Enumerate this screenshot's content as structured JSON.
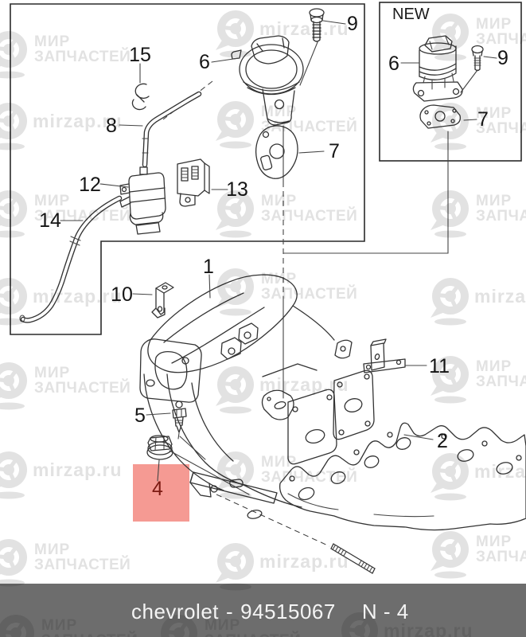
{
  "footer": {
    "brand": "chevrolet",
    "separator": "-",
    "part_number": "94515067",
    "sheet_label": "N - 4",
    "bar_color": "#6d6d6d",
    "text_color": "#f4f4f4"
  },
  "new_box": {
    "title": "NEW"
  },
  "highlight": {
    "color": "#f59a93",
    "label_color": "#7c1a12"
  },
  "watermark": {
    "brand_line1": "МИР",
    "brand_line2": "ЗАПЧАСТЕЙ",
    "url": "mirzap.ru",
    "color": "#e2e2e2"
  },
  "callouts": {
    "n1": "1",
    "n2": "2",
    "n4": "4",
    "n5": "5",
    "n6": "6",
    "n7": "7",
    "n8": "8",
    "n9": "9",
    "n10": "10",
    "n11": "11",
    "n12": "12",
    "n13": "13",
    "n14": "14",
    "n15": "15"
  }
}
